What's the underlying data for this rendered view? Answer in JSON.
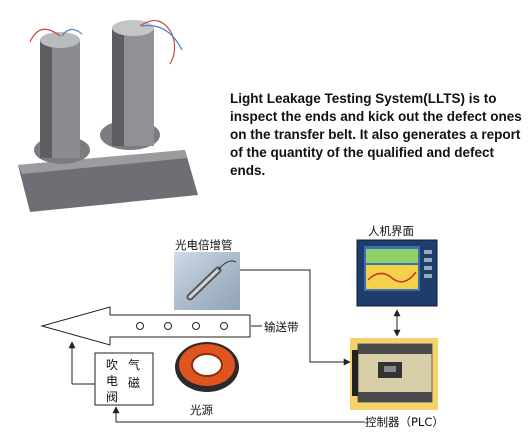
{
  "description": "Light Leakage Testing System(LLTS) is to inspect the ends and kick out the defect ones on the transfer belt. It also generates a report of the quantity of the qualified and defect ends.",
  "labels": {
    "photomultiplier": "光电倍增管",
    "hmi": "人机界面",
    "belt": "输送带",
    "light_source": "光源",
    "plc": "控制器（PLC）"
  },
  "valve": {
    "col1": [
      "吹",
      "电",
      "阀"
    ],
    "col2": [
      "气",
      "磁"
    ]
  },
  "colors": {
    "flow_line": "#222222",
    "light_ring": "#e0551f",
    "hmi_screen": "#3a6fb0",
    "plc_body": "#d8cfa8"
  }
}
